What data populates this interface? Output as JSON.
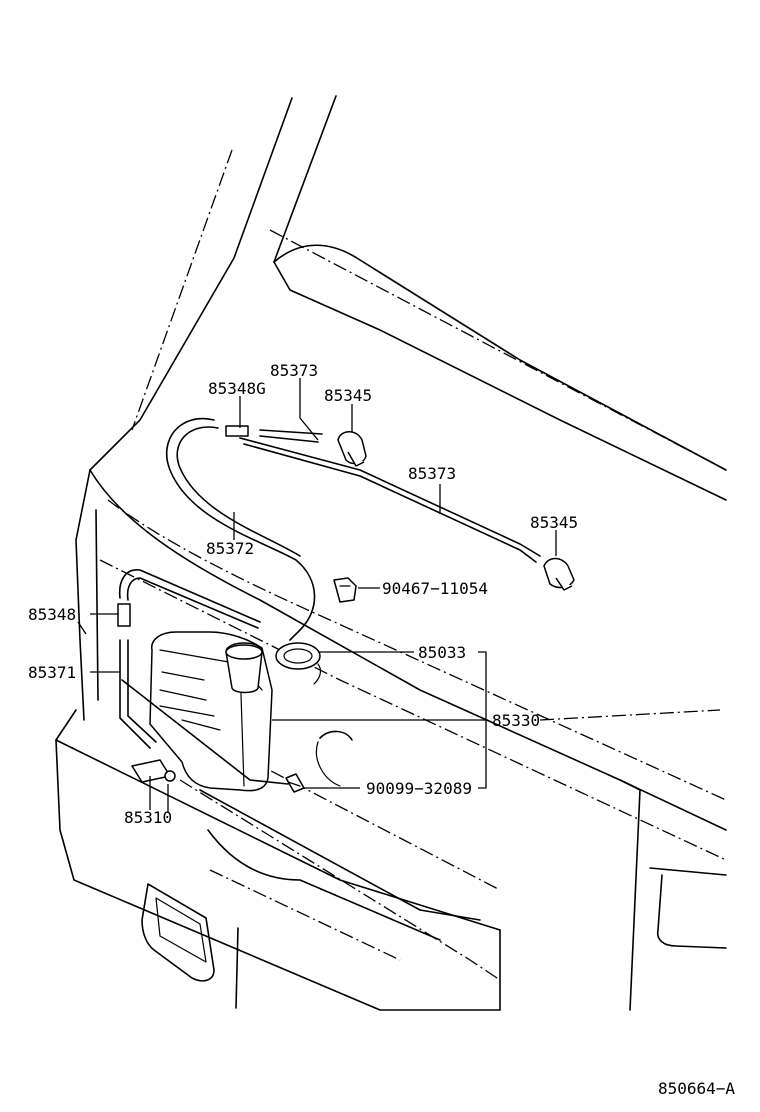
{
  "labels": {
    "p85373_top": "85373",
    "p85348g": "85348G",
    "p85345_top": "85345",
    "p85373_mid": "85373",
    "p85345_right": "85345",
    "p85372": "85372",
    "p90467": "90467−11054",
    "p85348": "85348",
    "p85371": "85371",
    "p85033": "85033",
    "p85330": "85330",
    "p90099": "90099−32089",
    "p85310": "85310"
  },
  "figure_code": "850664−A"
}
